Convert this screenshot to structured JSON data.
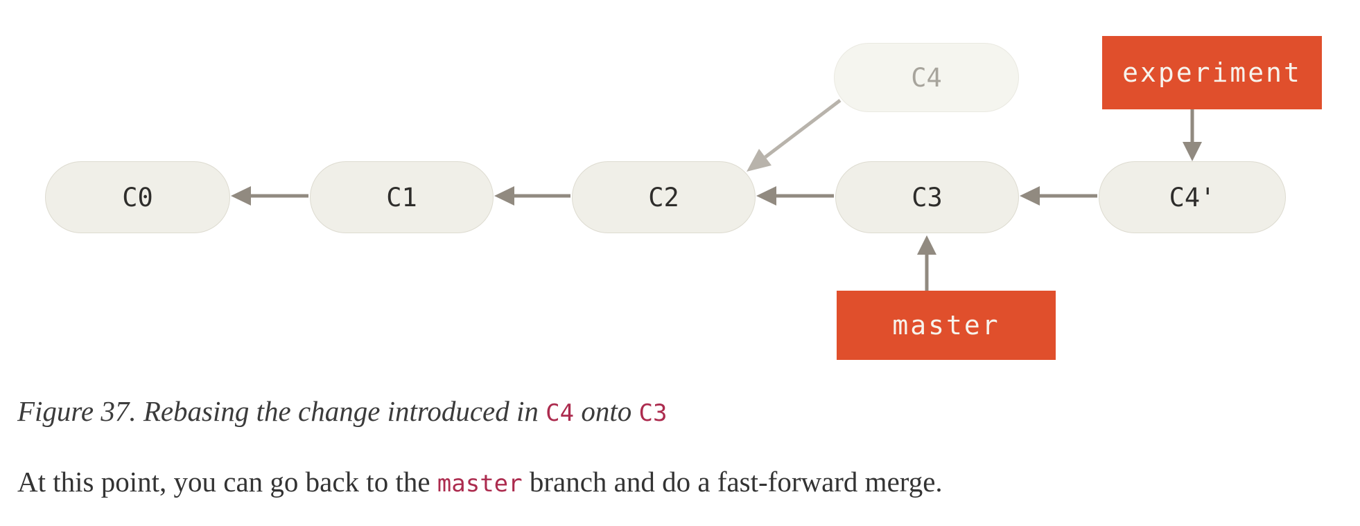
{
  "figure": {
    "commits": [
      {
        "id": "c0",
        "label": "C0"
      },
      {
        "id": "c1",
        "label": "C1"
      },
      {
        "id": "c2",
        "label": "C2"
      },
      {
        "id": "c3",
        "label": "C3"
      },
      {
        "id": "c4-prime",
        "label": "C4'"
      }
    ],
    "ghost_commit": {
      "id": "c4",
      "label": "C4"
    },
    "branches": [
      {
        "id": "experiment",
        "label": "experiment"
      },
      {
        "id": "master",
        "label": "master"
      }
    ],
    "colors": {
      "branch_bg": "#e04f2c",
      "branch_text": "#f7f3ec",
      "node_bg": "#f0efe8",
      "node_border": "#dddbd0",
      "node_text": "#2e2d2b",
      "ghost_bg": "#f5f5ef",
      "ghost_border": "#eae9e1",
      "ghost_text": "#a7a49c",
      "arrow": "#918a80",
      "ghost_arrow": "#b8b3ab",
      "code_red": "#ac2b4e",
      "body_text": "#333333"
    }
  },
  "caption": {
    "prefix": "Figure 37. Rebasing the change introduced in ",
    "code1": "C4",
    "middle": " onto ",
    "code2": "C3"
  },
  "paragraph": {
    "before": "At this point, you can go back to the ",
    "code": "master",
    "after": " branch and do a fast-forward merge."
  }
}
